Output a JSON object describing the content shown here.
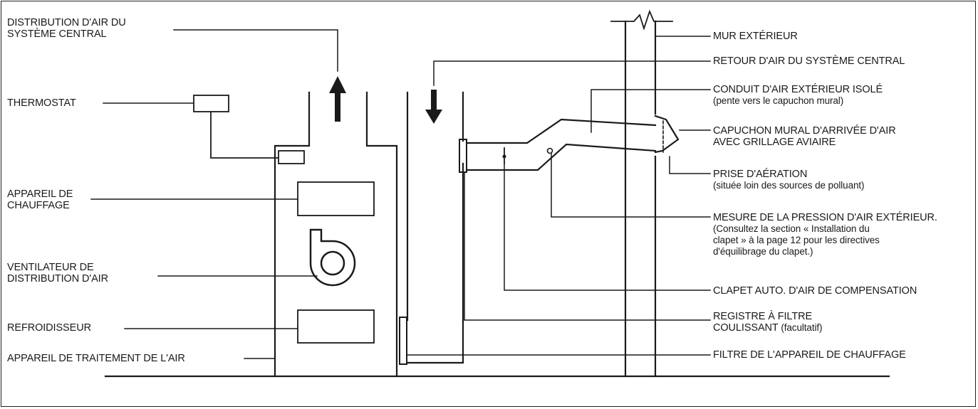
{
  "colors": {
    "line": "#1a1a1a",
    "background": "#ffffff"
  },
  "labels": {
    "distribution_central": [
      "DISTRIBUTION D'AIR DU",
      "SYSTÈME CENTRAL"
    ],
    "thermostat": "THERMOSTAT",
    "appareil_chauffage": [
      "APPAREIL DE",
      "CHAUFFAGE"
    ],
    "ventilateur": [
      "VENTILATEUR DE",
      "DISTRIBUTION D'AIR"
    ],
    "refroidisseur": "REFROIDISSEUR",
    "appareil_traitement": "APPAREIL DE TRAITEMENT DE L'AIR",
    "mur_exterieur": "MUR EXTÉRIEUR",
    "retour_air": "RETOUR D'AIR DU SYSTÈME CENTRAL",
    "conduit": {
      "title": "CONDUIT D'AIR EXTÉRIEUR ISOLÉ",
      "note": "(pente vers le capuchon mural)"
    },
    "capuchon": [
      "CAPUCHON MURAL D'ARRIVÉE D'AIR",
      "AVEC GRILLAGE AVIAIRE"
    ],
    "prise": {
      "title": "PRISE D'AÉRATION",
      "note": "(située loin des sources de polluant)"
    },
    "mesure": {
      "title": "MESURE DE LA PRESSION D'AIR EXTÉRIEUR.",
      "note": [
        "(Consultez la section « Installation du",
        "clapet » à la page 12 pour les directives",
        "d'équilibrage du clapet.)"
      ]
    },
    "clapet": "CLAPET AUTO. D'AIR DE COMPENSATION",
    "registre": {
      "title": "REGISTRE À FILTRE",
      "line2": "COULISSANT",
      "note": "(facultatif)"
    },
    "filtre": "FILTRE DE L'APPAREIL DE CHAUFFAGE"
  }
}
